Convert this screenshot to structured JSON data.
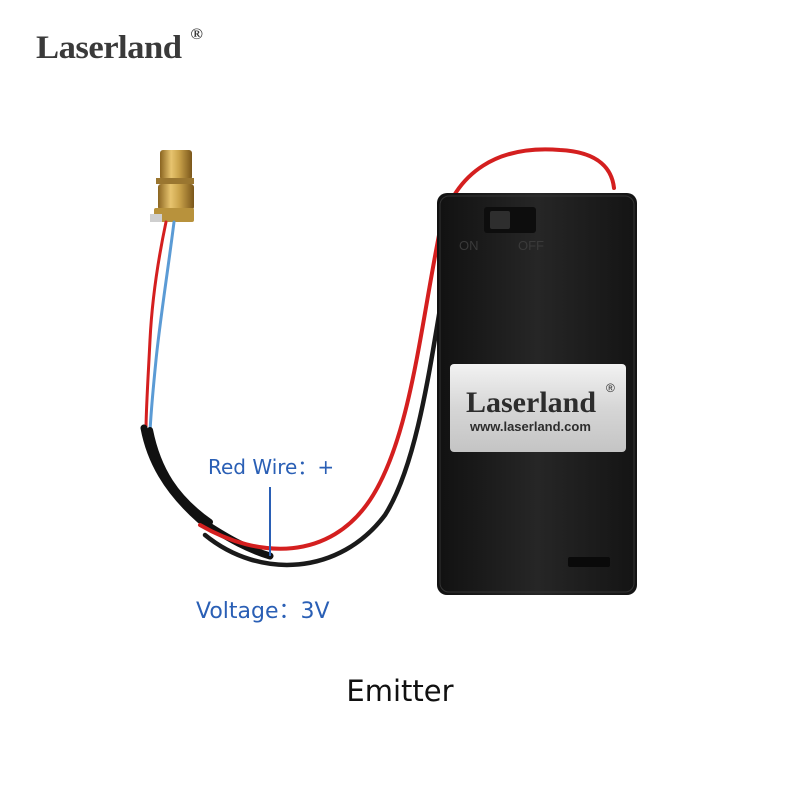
{
  "brand": {
    "logo_text": "Laserland",
    "registered_mark": "®"
  },
  "product": {
    "switch_on": "ON",
    "switch_off": "OFF",
    "sticker_logo": "Laserland",
    "sticker_mark": "®",
    "sticker_url": "www.laserland.com"
  },
  "annotations": {
    "red_wire": "Red Wire：+",
    "voltage": "Voltage：3V"
  },
  "caption": "Emitter",
  "colors": {
    "annotation_blue": "#2a5fb5",
    "wire_red": "#d41f1f",
    "wire_black": "#1a1a1a",
    "wire_blue": "#5b9bd5",
    "brass": "#c9a24a",
    "box_black": "#1c1c1c"
  }
}
